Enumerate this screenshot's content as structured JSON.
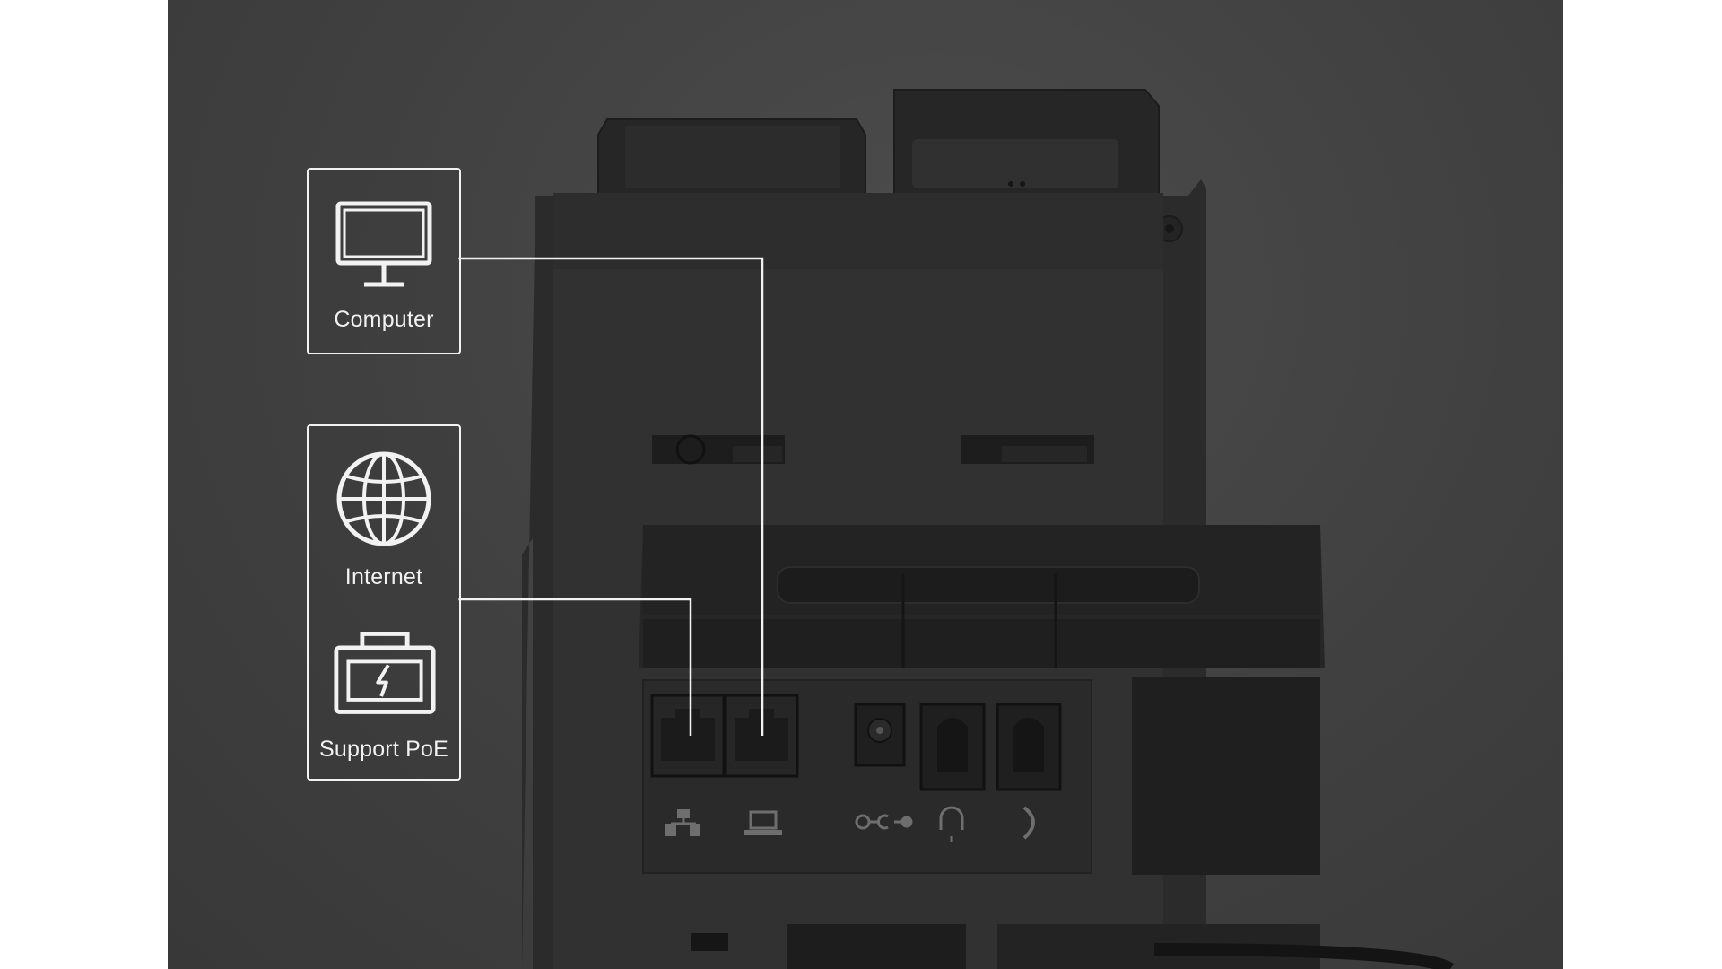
{
  "labels": {
    "computer": "Computer",
    "internet": "Internet",
    "poe": "Support PoE"
  },
  "icons": {
    "computer": "monitor-icon",
    "internet": "globe-icon",
    "poe": "poe-power-icon",
    "port_network": "network-port-icon",
    "port_pc": "pc-port-icon",
    "port_power": "dc-power-icon",
    "port_headset": "headset-icon",
    "port_handset": "handset-icon"
  },
  "colors": {
    "background": "#ffffff",
    "panel": "#434343",
    "phone_body": "#2f2f2f",
    "line": "#f2f2f2"
  }
}
